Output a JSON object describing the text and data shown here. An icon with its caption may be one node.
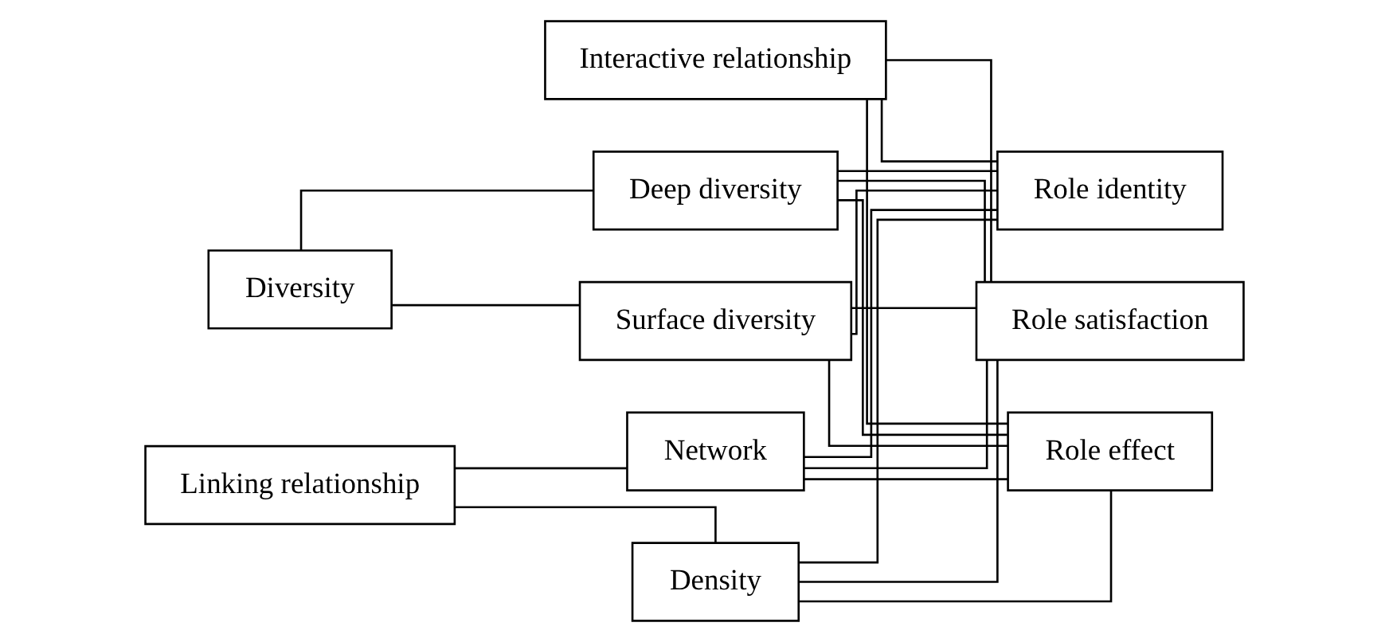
{
  "diagram": {
    "nodes": [
      {
        "text": [
          "Diversity"
        ]
      },
      {
        "text": [
          "Surface diversity"
        ]
      },
      {
        "text": [
          "Deep diversity"
        ]
      },
      {
        "text": [
          "Linking relationship"
        ]
      },
      {
        "text": [
          "Density"
        ]
      },
      {
        "text": [
          "Network"
        ]
      },
      {
        "text": [
          "Interactive relationship"
        ]
      },
      {
        "text": [
          "Role identity"
        ]
      },
      {
        "text": [
          "Role satisfaction"
        ]
      },
      {
        "text": [
          "Role effect"
        ]
      }
    ],
    "edges": [
      {
        "from": 0,
        "to": 1,
        "arrow": "none"
      },
      {
        "from": 0,
        "to": 2,
        "arrow": "none"
      },
      {
        "from": 3,
        "to": 4,
        "arrow": "none"
      },
      {
        "from": 3,
        "to": 5,
        "arrow": "none"
      },
      {
        "from": 1,
        "to": 7,
        "arrow": "none"
      },
      {
        "from": 1,
        "to": 8,
        "arrow": "none"
      },
      {
        "from": 1,
        "to": 9,
        "arrow": "none"
      },
      {
        "from": 2,
        "to": 7,
        "arrow": "none"
      },
      {
        "from": 2,
        "to": 8,
        "arrow": "none"
      },
      {
        "from": 2,
        "to": 9,
        "arrow": "none"
      },
      {
        "from": 4,
        "to": 7,
        "arrow": "none"
      },
      {
        "from": 4,
        "to": 8,
        "arrow": "none"
      },
      {
        "from": 4,
        "to": 9,
        "arrow": "none"
      },
      {
        "from": 5,
        "to": 7,
        "arrow": "none"
      },
      {
        "from": 5,
        "to": 8,
        "arrow": "none"
      },
      {
        "from": 5,
        "to": 9,
        "arrow": "none"
      },
      {
        "from": 6,
        "to": 7,
        "arrow": "none"
      },
      {
        "from": 6,
        "to": 8,
        "arrow": "none"
      },
      {
        "from": 6,
        "to": 9,
        "arrow": "none"
      }
    ]
  }
}
